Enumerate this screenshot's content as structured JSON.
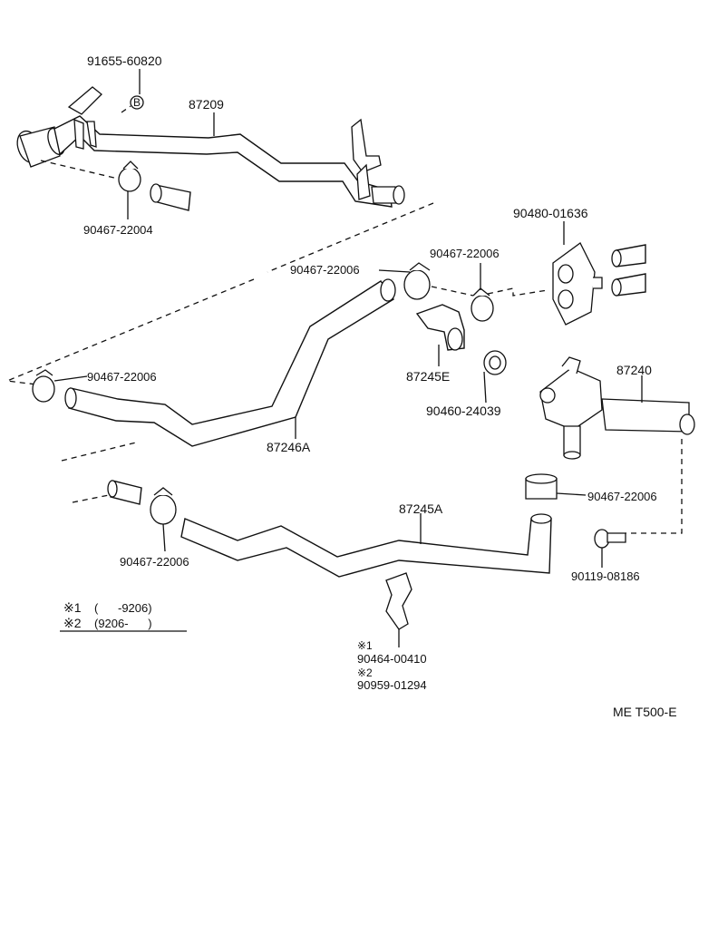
{
  "parts": {
    "p_91655_60820": "91655-60820",
    "p_87209": "87209",
    "p_90467_22004": "90467-22004",
    "p_90480_01636": "90480-01636",
    "p_90467_22006_a": "90467-22006",
    "p_90467_22006_b": "90467-22006",
    "p_90467_22006_c": "90467-22006",
    "p_87245E": "87245E",
    "p_90460_24039": "90460-24039",
    "p_87240": "87240",
    "p_87246A": "87246A",
    "p_90467_22006_d": "90467-22006",
    "p_87245A": "87245A",
    "p_90467_22006_e": "90467-22006",
    "p_90119_08186": "90119-08186",
    "p_note1_mark": "※1",
    "p_90464_00410": "90464-00410",
    "p_note2_mark": "※2",
    "p_90959_01294": "90959-01294"
  },
  "legend": {
    "row1_mark": "※1",
    "row1_range": "(      -9206)",
    "row2_mark": "※2",
    "row2_range": "(9206-      )"
  },
  "callout_b": "B",
  "diagram_code": "ME T500-E"
}
